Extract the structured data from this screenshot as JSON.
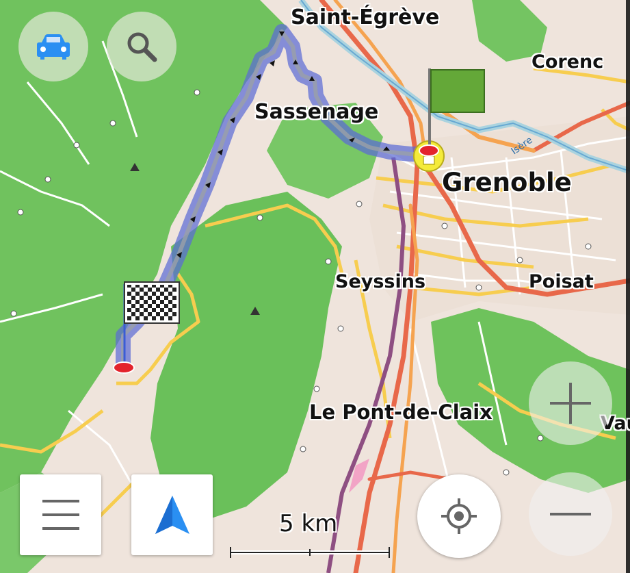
{
  "map": {
    "places": {
      "saint_egreve": "Saint-Égrève",
      "corenc": "Corenc",
      "sassenage": "Sassenage",
      "grenoble": "Grenoble",
      "seyssins": "Seyssins",
      "poisat": "Poisat",
      "le_pont_de_claix": "Le Pont-de-Claix",
      "vau_partial": "Vau",
      "isere_river": "Isère"
    },
    "route": {
      "start_marker": "green-flag",
      "finish_marker": "checkered-flag",
      "color": "#5c6bd6"
    },
    "scale": {
      "label": "5 km"
    }
  },
  "controls": {
    "mode_icon": "car-icon",
    "search_icon": "search-icon",
    "menu_icon": "hamburger-menu-icon",
    "navigation_icon": "navigation-arrow-icon",
    "my_location_icon": "crosshair-icon",
    "zoom_in_icon": "plus-icon",
    "zoom_out_icon": "minus-icon"
  },
  "colors": {
    "forest": "#6cc35a",
    "land": "#efe4dc",
    "accent_blue": "#2a8ff2",
    "motorway": "#e8684a",
    "primary_road": "#f6c64c"
  }
}
